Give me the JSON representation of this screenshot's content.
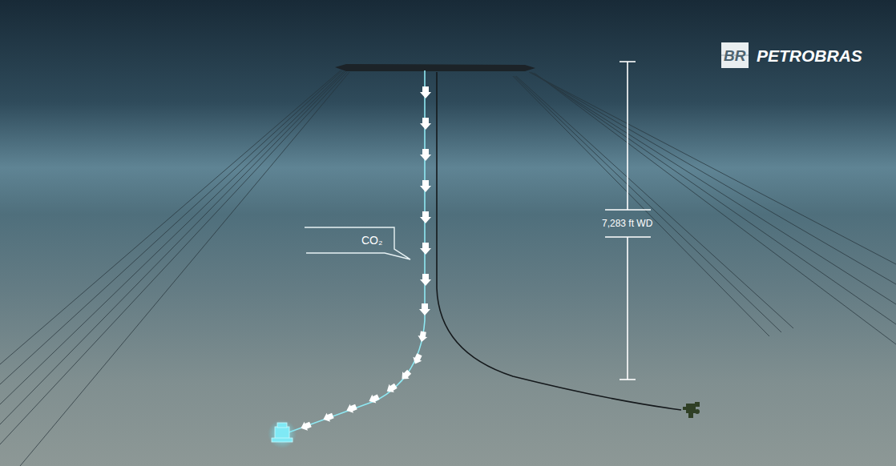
{
  "diagram": {
    "labels": [
      "BR",
      "PETROBRAS",
      "CO₂",
      "7,283 ft WD"
    ]
  }
}
